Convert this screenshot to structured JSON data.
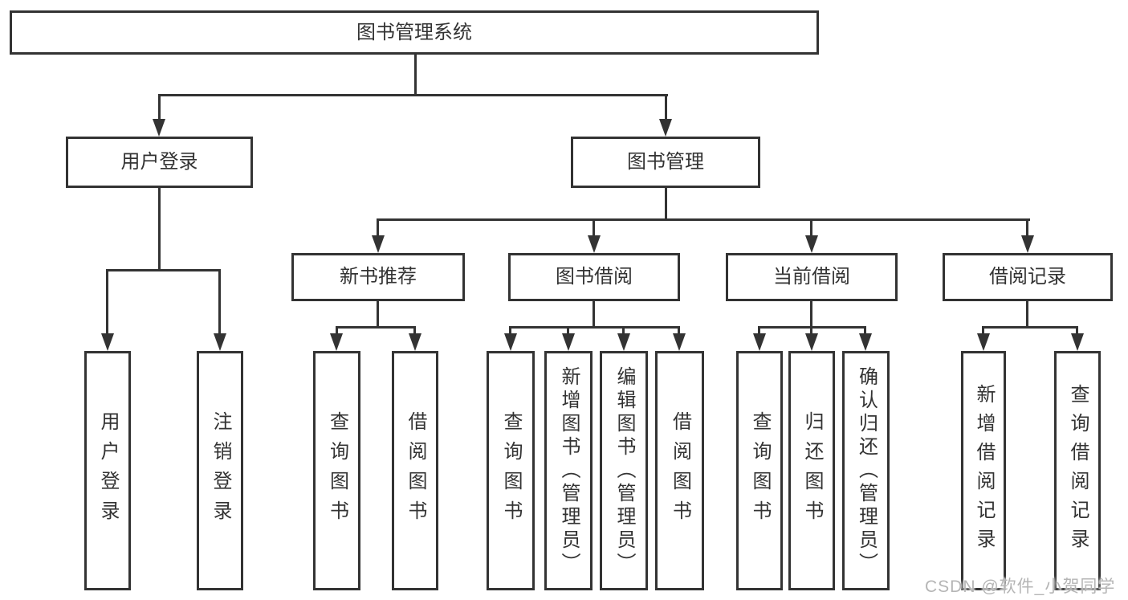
{
  "tree": {
    "root": {
      "label": "图书管理系统"
    },
    "children": [
      {
        "label": "用户登录",
        "children": [
          {
            "label": "用户登录"
          },
          {
            "label": "注销登录"
          }
        ]
      },
      {
        "label": "图书管理",
        "children": [
          {
            "label": "新书推荐",
            "children": [
              {
                "label": "查询图书"
              },
              {
                "label": "借阅图书"
              }
            ]
          },
          {
            "label": "图书借阅",
            "children": [
              {
                "label": "查询图书"
              },
              {
                "label": "新增图书（管理员）"
              },
              {
                "label": "编辑图书（管理员）"
              },
              {
                "label": "借阅图书"
              }
            ]
          },
          {
            "label": "当前借阅",
            "children": [
              {
                "label": "查询图书"
              },
              {
                "label": "归还图书"
              },
              {
                "label": "确认归还（管理员）"
              }
            ]
          },
          {
            "label": "借阅记录",
            "children": [
              {
                "label": "新增借阅记录"
              },
              {
                "label": "查询借阅记录"
              }
            ]
          }
        ]
      }
    ]
  },
  "watermark": "CSDN @软件_小贺同学",
  "colors": {
    "line": "#333333",
    "text": "#333333",
    "watermark": "#b5b5b5",
    "background": "#ffffff"
  }
}
